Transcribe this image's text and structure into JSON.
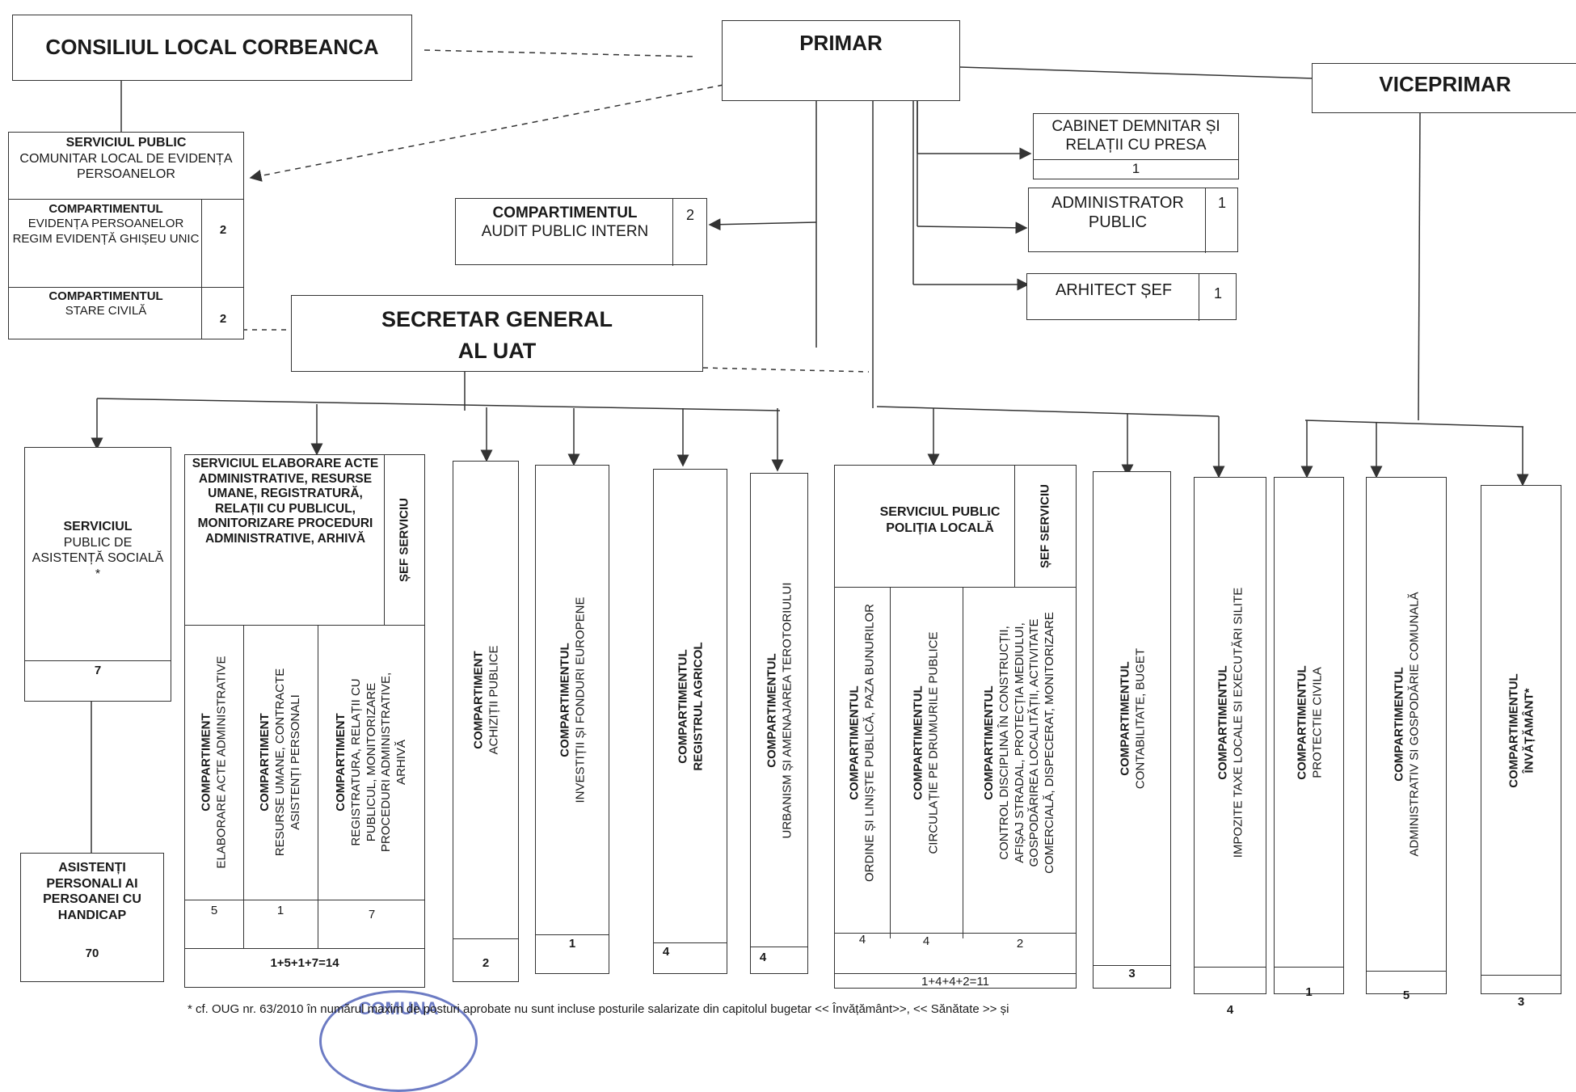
{
  "top": {
    "consiliu": "CONSILIUL LOCAL CORBEANCA",
    "primar": "PRIMAR",
    "viceprimar": "VICEPRIMAR"
  },
  "evidenta": {
    "title_bold": "SERVICIUL PUBLIC",
    "title_rest": "COMUNITAR LOCAL DE EVIDENȚA PERSOANELOR",
    "comp1_head": "COMPARTIMENTUL",
    "comp1_text": "EVIDENȚA PERSOANELOR REGIM EVIDENȚĂ GHIȘEU UNIC",
    "comp1_num": "2",
    "comp2_head": "COMPARTIMENTUL",
    "comp2_text": "STARE CIVILĂ",
    "comp2_num": "2"
  },
  "audit": {
    "head": "COMPARTIMENTUL",
    "text": "AUDIT PUBLIC INTERN",
    "num": "2"
  },
  "cabinet": {
    "text": "CABINET DEMNITAR ȘI RELAȚII CU PRESA",
    "num": "1"
  },
  "administrator": {
    "text": "ADMINISTRATOR PUBLIC",
    "num": "1"
  },
  "arhitect": {
    "text": "ARHITECT ȘEF",
    "num": "1"
  },
  "secretar": {
    "line1": "SECRETAR GENERAL",
    "line2": "AL UAT"
  },
  "asistenta": {
    "text": "SERVICIUL",
    "text2": "PUBLIC DE ASISTENȚĂ SOCIALĂ *",
    "num": "7"
  },
  "asistenti": {
    "text": "ASISTENȚI PERSONALI AI PERSOANEI CU HANDICAP",
    "num": "70"
  },
  "serviciul_acte": {
    "title": "SERVICIUL ELABORARE ACTE ADMINISTRATIVE, RESURSE UMANE, REGISTRATURĂ, RELAȚII CU PUBLICUL, MONITORIZARE PROCEDURI ADMINISTRATIVE, ARHIVĂ",
    "sef": "ȘEF SERVICIU",
    "c1_head": "COMPARTIMENT",
    "c1_text": "ELABORARE ACTE ADMINISTRATIVE",
    "c1_num": "5",
    "c2_head": "COMPARTIMENT",
    "c2_text1": "RESURSE UMANE, CONTRACTE",
    "c2_text2": "ASISTENȚI PERSONALI",
    "c2_num": "1",
    "c3_head": "COMPARTIMENT",
    "c3_text1": "REGISTRATURA, RELAȚII CU",
    "c3_text2": "PUBLICUL, MONITORIZARE",
    "c3_text3": "PROCEDURI ADMINISTRATIVE,",
    "c3_text4": "ARHIVĂ",
    "c3_num": "7",
    "total": "1+5+1+7=14"
  },
  "achizitii": {
    "head": "COMPARTIMENT",
    "text": "ACHIZIȚII PUBLICE",
    "num": "2"
  },
  "investitii": {
    "head": "COMPARTIMENTUL",
    "text": "INVESTIȚII ȘI FONDURI EUROPENE",
    "num": "1"
  },
  "registrul": {
    "head": "COMPARTIMENTUL",
    "text": "REGISTRUL AGRICOL",
    "num": "4"
  },
  "urbanism": {
    "head": "COMPARTIMENTUL",
    "text": "URBANISM ȘI AMENAJAREA TEROTORIULUI",
    "num": "4"
  },
  "politia": {
    "title": "SERVICIUL PUBLIC POLIȚIA LOCALĂ",
    "sef": "ȘEF SERVICIU",
    "c1_head": "COMPARTIMENTUL",
    "c1_text": "ORDINE ȘI LINIȘTE PUBLICĂ, PAZA BUNURILOR",
    "c1_num": "4",
    "c2_head": "COMPARTIMENTUL",
    "c2_text": "CIRCULAȚIE PE DRUMURILE PUBLICE",
    "c2_num": "4",
    "c3_head": "COMPARTIMENTUL",
    "c3_text1": "CONTROL DISCIPLINA ÎN CONSTRUCȚII,",
    "c3_text2": "AFIȘAJ STRADAL, PROTECȚIA MEDIULUI,",
    "c3_text3": "GOSPODĂRIREA LOCALITĂȚII, ACTIVITATE",
    "c3_text4": "COMERCIALĂ, DISPECERAT, MONITORIZARE",
    "c3_num": "2",
    "total": "1+4+4+2=11"
  },
  "contabilitate": {
    "head": "COMPARTIMENTUL",
    "text": "CONTABILITATE, BUGET",
    "num": "3"
  },
  "impozite": {
    "head": "COMPARTIMENTUL",
    "text": "IMPOZITE TAXE LOCALE SI EXECUTĂRI SILITE",
    "num": "4"
  },
  "protectie": {
    "head": "COMPARTIMENTUL",
    "text": "PROTECTIE CIVILA",
    "num": "1"
  },
  "administrativ": {
    "head": "COMPARTIMENTUL",
    "text": "ADMINISTRATIV SI GOSPODĂRIE COMUNALĂ",
    "num": "5"
  },
  "invatamant": {
    "head": "COMPARTIMENTUL",
    "text": "ÎNVĂȚĂMÂNT*",
    "num": "3"
  },
  "footnote": "* cf. OUG nr. 63/2010 în numărul maxim de posturi aprobate nu sunt incluse posturile salarizate din capitolul bugetar << Învățământ>>, << Sănătate >> și",
  "stamp": "COMUNA"
}
